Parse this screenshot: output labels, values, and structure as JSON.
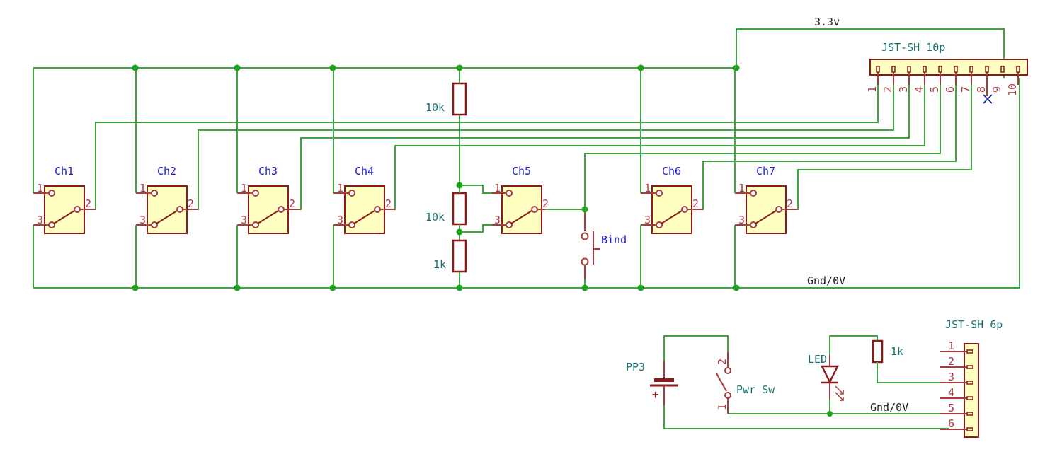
{
  "schematic": {
    "nets": {
      "vcc": "3.3v",
      "gnd_top": "Gnd/0V",
      "gnd_bottom": "Gnd/0V"
    },
    "switches": [
      {
        "ref": "Ch1",
        "pins": [
          "1",
          "2",
          "3"
        ]
      },
      {
        "ref": "Ch2",
        "pins": [
          "1",
          "2",
          "3"
        ]
      },
      {
        "ref": "Ch3",
        "pins": [
          "1",
          "2",
          "3"
        ]
      },
      {
        "ref": "Ch4",
        "pins": [
          "1",
          "2",
          "3"
        ]
      },
      {
        "ref": "Ch5",
        "pins": [
          "1",
          "2",
          "3"
        ]
      },
      {
        "ref": "Ch6",
        "pins": [
          "1",
          "2",
          "3"
        ]
      },
      {
        "ref": "Ch7",
        "pins": [
          "1",
          "2",
          "3"
        ]
      }
    ],
    "resistors": [
      {
        "ref": "R_top",
        "value": "10k"
      },
      {
        "ref": "R_mid",
        "value": "10k"
      },
      {
        "ref": "R_bot",
        "value": "1k"
      },
      {
        "ref": "R_led",
        "value": "1k"
      }
    ],
    "bind_button": {
      "label": "Bind"
    },
    "connector_10p": {
      "label": "JST-SH 10p",
      "pins": [
        "1",
        "2",
        "3",
        "4",
        "5",
        "6",
        "7",
        "8",
        "9",
        "10"
      ]
    },
    "connector_6p": {
      "label": "JST-SH 6p",
      "pins": [
        "1",
        "2",
        "3",
        "4",
        "5",
        "6"
      ]
    },
    "battery": {
      "label": "PP3",
      "polarity": "+"
    },
    "power_switch": {
      "label": "Pwr Sw",
      "pins": [
        "1",
        "2"
      ]
    },
    "led": {
      "label": "LED"
    },
    "colors": {
      "wire": "#3fa53f",
      "pin": "#a83c3c",
      "body_fill": "#ffffc2",
      "body_stroke": "#8b1a1a",
      "ref_text": "#1a1ad0",
      "value_text": "#1a7070",
      "junction": "#1fa01f"
    }
  }
}
